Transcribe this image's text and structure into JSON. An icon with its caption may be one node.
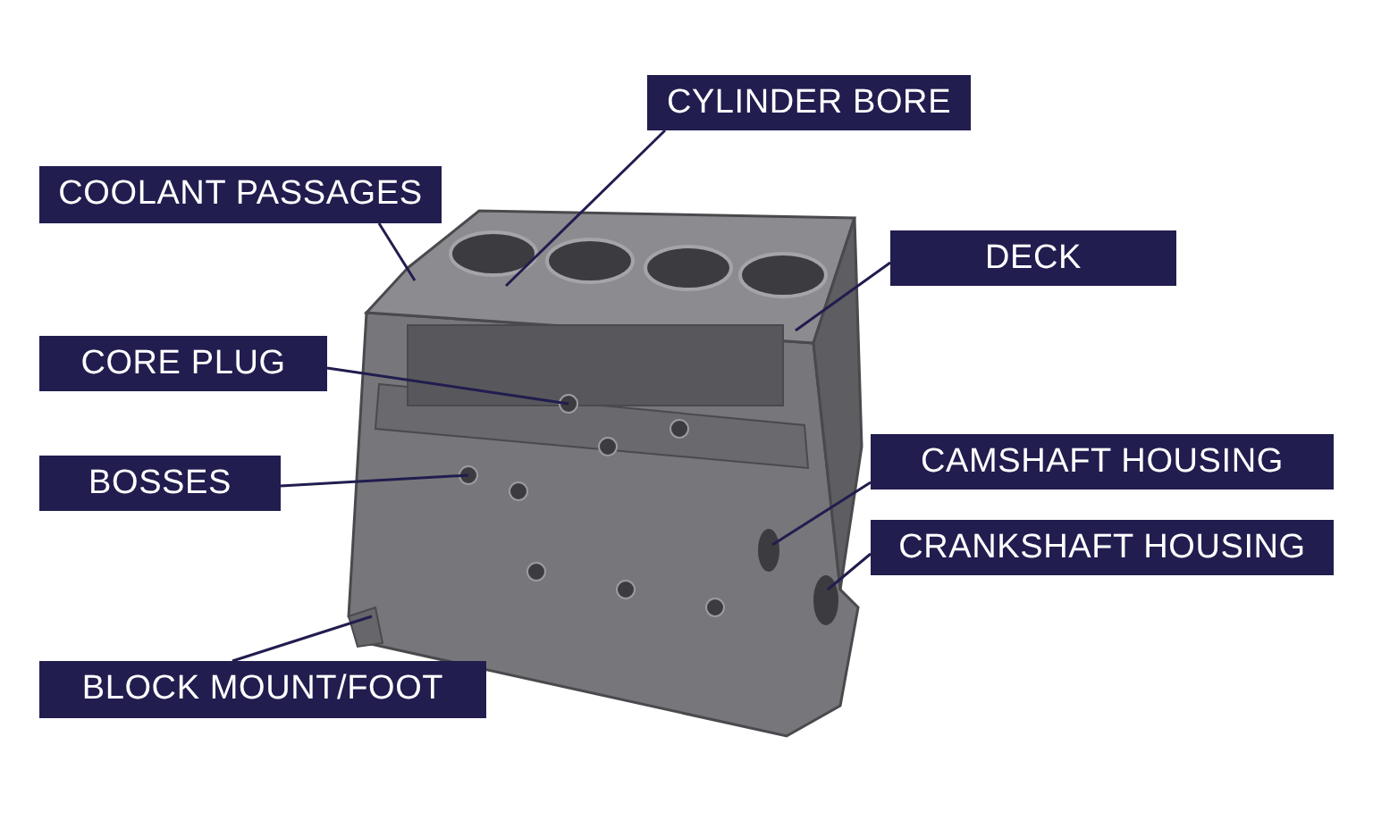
{
  "diagram": {
    "nodes": [
      {
        "text": [
          "CYLINDER BORE"
        ]
      },
      {
        "text": [
          "COOLANT PASSAGES"
        ]
      },
      {
        "text": [
          "DECK"
        ]
      },
      {
        "text": [
          "CORE PLUG"
        ]
      },
      {
        "text": [
          "BOSSES"
        ]
      },
      {
        "text": [
          "CAMSHAFT HOUSING"
        ]
      },
      {
        "text": [
          "CRANKSHAFT HOUSING"
        ]
      },
      {
        "text": [
          "BLOCK MOUNT/FOOT"
        ]
      }
    ],
    "edges": [
      {
        "from": 0,
        "to": null,
        "arrow": "none"
      },
      {
        "from": 1,
        "to": null,
        "arrow": "none"
      },
      {
        "from": 2,
        "to": null,
        "arrow": "none"
      },
      {
        "from": 3,
        "to": null,
        "arrow": "none"
      },
      {
        "from": 4,
        "to": null,
        "arrow": "none"
      },
      {
        "from": 5,
        "to": null,
        "arrow": "none"
      },
      {
        "from": 6,
        "to": null,
        "arrow": "none"
      },
      {
        "from": 7,
        "to": null,
        "arrow": "none"
      }
    ]
  }
}
